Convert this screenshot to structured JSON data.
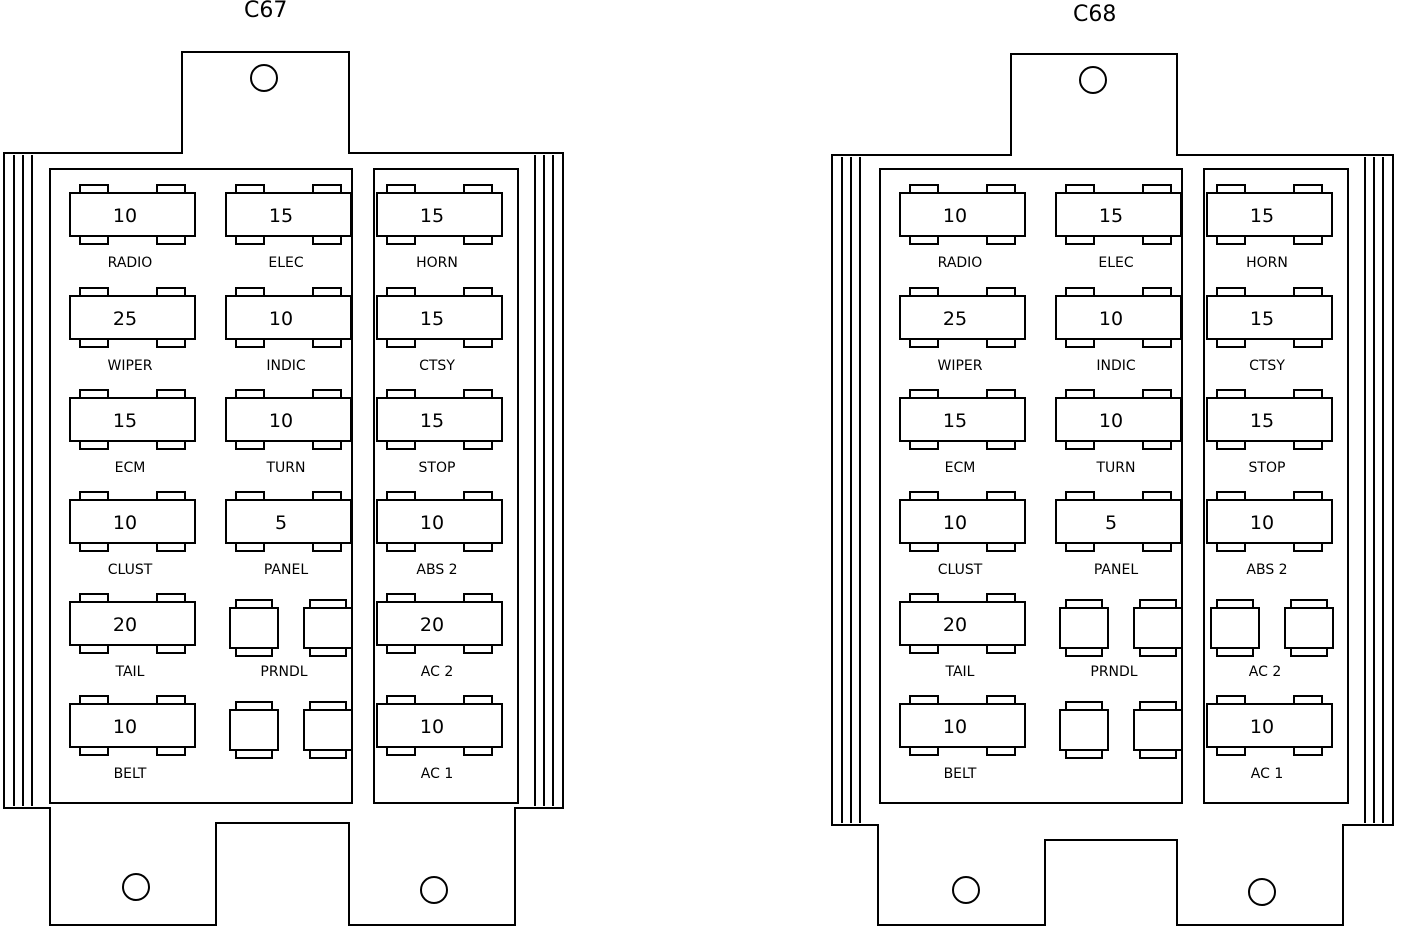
{
  "panels": [
    {
      "id": "C67",
      "title": "C67",
      "columns": [
        [
          {
            "type": "fuse",
            "rating": "10",
            "label": "RADIO"
          },
          {
            "type": "fuse",
            "rating": "25",
            "label": "WIPER"
          },
          {
            "type": "fuse",
            "rating": "15",
            "label": "ECM"
          },
          {
            "type": "fuse",
            "rating": "10",
            "label": "CLUST"
          },
          {
            "type": "fuse",
            "rating": "20",
            "label": "TAIL"
          },
          {
            "type": "fuse",
            "rating": "10",
            "label": "BELT"
          }
        ],
        [
          {
            "type": "fuse",
            "rating": "15",
            "label": "ELEC"
          },
          {
            "type": "fuse",
            "rating": "10",
            "label": "INDIC"
          },
          {
            "type": "fuse",
            "rating": "10",
            "label": "TURN"
          },
          {
            "type": "fuse",
            "rating": "5",
            "label": "PANEL"
          },
          {
            "type": "relay",
            "label": "PRNDL"
          },
          {
            "type": "relay",
            "label": ""
          }
        ],
        [
          {
            "type": "fuse",
            "rating": "15",
            "label": "HORN"
          },
          {
            "type": "fuse",
            "rating": "15",
            "label": "CTSY"
          },
          {
            "type": "fuse",
            "rating": "15",
            "label": "STOP"
          },
          {
            "type": "fuse",
            "rating": "10",
            "label": "ABS 2"
          },
          {
            "type": "fuse",
            "rating": "20",
            "label": "AC 2"
          },
          {
            "type": "fuse",
            "rating": "10",
            "label": "AC 1"
          }
        ]
      ]
    },
    {
      "id": "C68",
      "title": "C68",
      "columns": [
        [
          {
            "type": "fuse",
            "rating": "10",
            "label": "RADIO"
          },
          {
            "type": "fuse",
            "rating": "25",
            "label": "WIPER"
          },
          {
            "type": "fuse",
            "rating": "15",
            "label": "ECM"
          },
          {
            "type": "fuse",
            "rating": "10",
            "label": "CLUST"
          },
          {
            "type": "fuse",
            "rating": "20",
            "label": "TAIL"
          },
          {
            "type": "fuse",
            "rating": "10",
            "label": "BELT"
          }
        ],
        [
          {
            "type": "fuse",
            "rating": "15",
            "label": "ELEC"
          },
          {
            "type": "fuse",
            "rating": "10",
            "label": "INDIC"
          },
          {
            "type": "fuse",
            "rating": "10",
            "label": "TURN"
          },
          {
            "type": "fuse",
            "rating": "5",
            "label": "PANEL"
          },
          {
            "type": "relay",
            "label": "PRNDL"
          },
          {
            "type": "relay",
            "label": ""
          }
        ],
        [
          {
            "type": "fuse",
            "rating": "15",
            "label": "HORN"
          },
          {
            "type": "fuse",
            "rating": "15",
            "label": "CTSY"
          },
          {
            "type": "fuse",
            "rating": "15",
            "label": "STOP"
          },
          {
            "type": "fuse",
            "rating": "10",
            "label": "ABS 2"
          },
          {
            "type": "relay",
            "label": "AC 2"
          },
          {
            "type": "fuse",
            "rating": "10",
            "label": "AC 1"
          }
        ]
      ]
    }
  ]
}
